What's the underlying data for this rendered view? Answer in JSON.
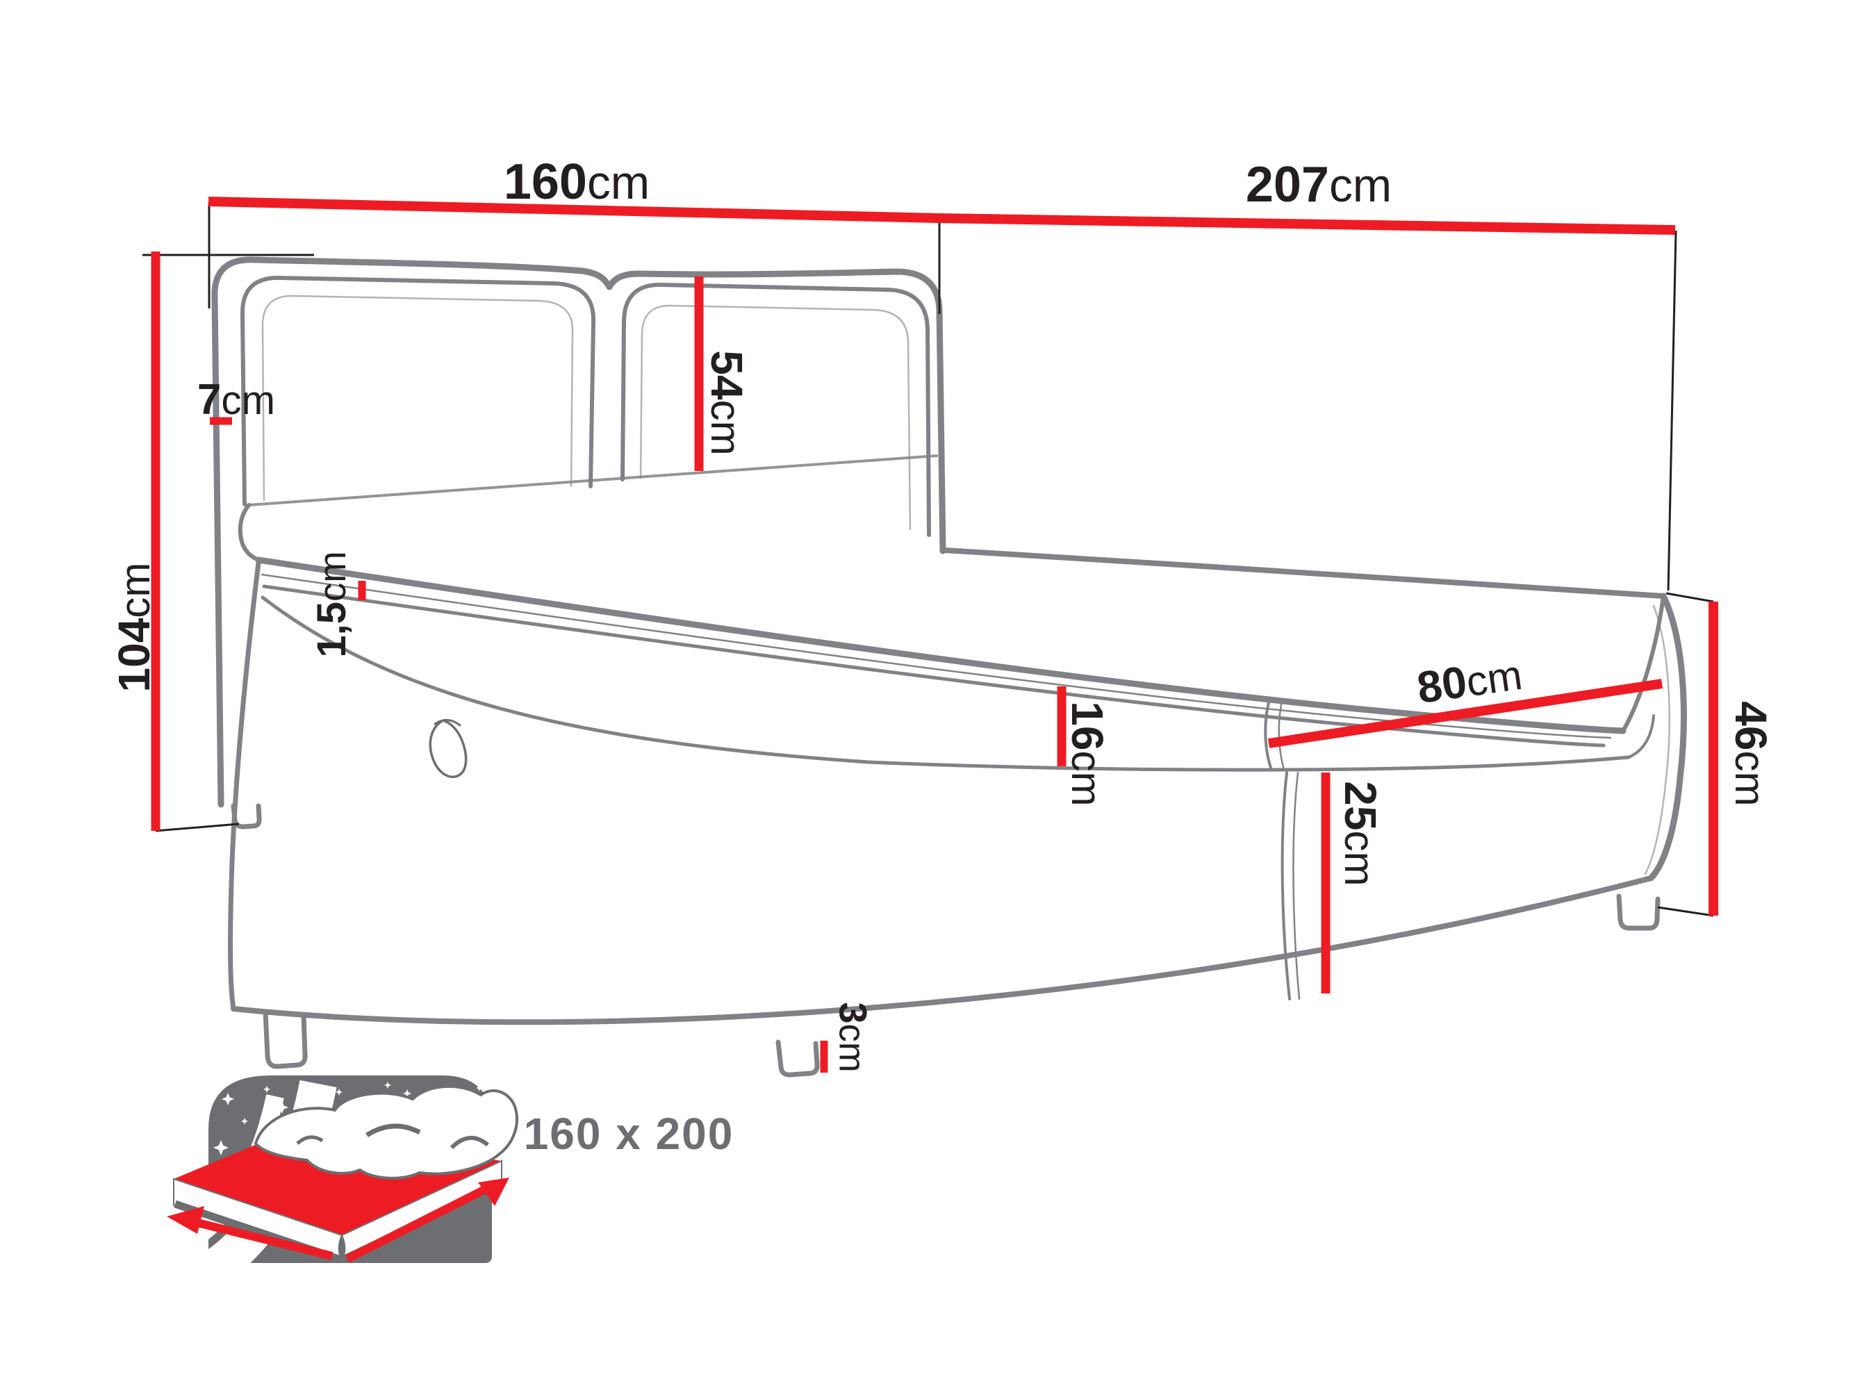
{
  "diagram": {
    "title": "boxspring-bed-dimension-diagram",
    "dimensions": {
      "headboard_width": {
        "value": "160",
        "unit": "cm"
      },
      "total_length": {
        "value": "207",
        "unit": "cm"
      },
      "headboard_height": {
        "value": "104",
        "unit": "cm"
      },
      "frame_border": {
        "value": "7",
        "unit": "cm"
      },
      "cushion_height": {
        "value": "54",
        "unit": "cm"
      },
      "topper_edge": {
        "value": "1,5",
        "unit": "cm"
      },
      "mattress_height": {
        "value": "16",
        "unit": "cm"
      },
      "storage_opening_width": {
        "value": "80",
        "unit": "cm"
      },
      "base_box_height": {
        "value": "25",
        "unit": "cm"
      },
      "foot_end_height": {
        "value": "46",
        "unit": "cm"
      },
      "leg_height": {
        "value": "3",
        "unit": "cm"
      }
    },
    "size_badge": {
      "label": "160 x 200"
    },
    "colors": {
      "dimension_red": "#ED1C24",
      "outline_gray": "#808285",
      "icon_gray": "#6D6E71",
      "label_black": "#231F20"
    }
  }
}
